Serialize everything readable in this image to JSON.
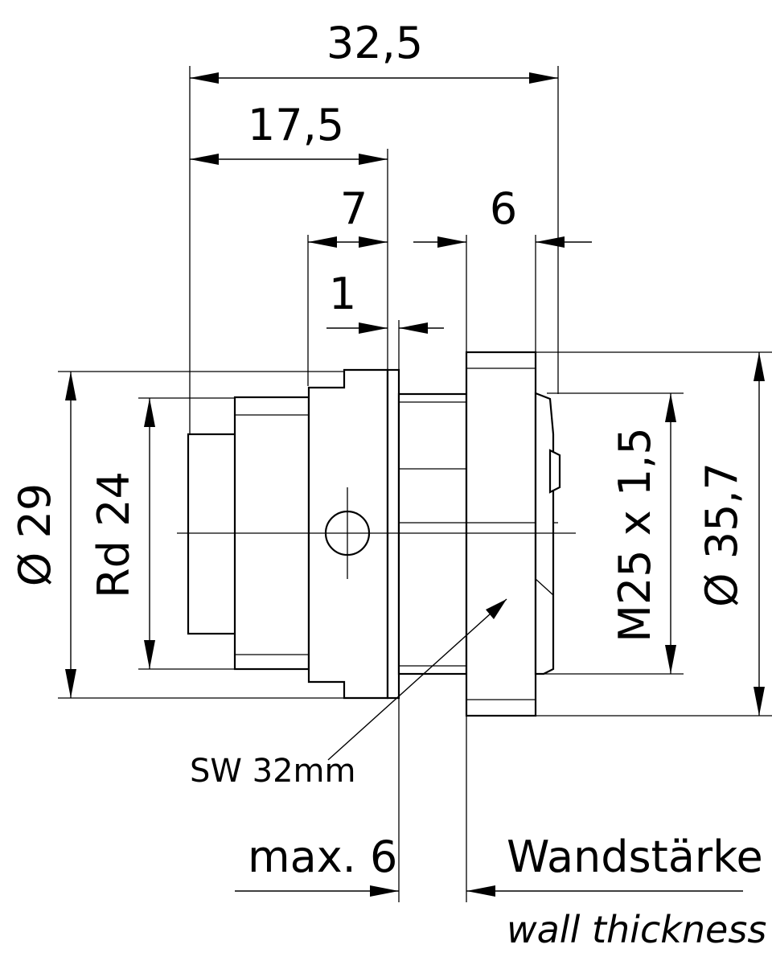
{
  "dimensions": {
    "total_length": "32,5",
    "body_length": "17,5",
    "hex_length": "7",
    "shoulder": "1",
    "flange_thread": "6",
    "dia_body": "Ø 29",
    "dia_thread_rd": "Rd 24",
    "thread_metric": "M25 x 1,5",
    "dia_flange": "Ø 35,7"
  },
  "labels": {
    "wrench_size": "SW 32mm",
    "max_panel": "max. 6",
    "wall_de": "Wandstärke",
    "wall_en": "wall thickness"
  }
}
